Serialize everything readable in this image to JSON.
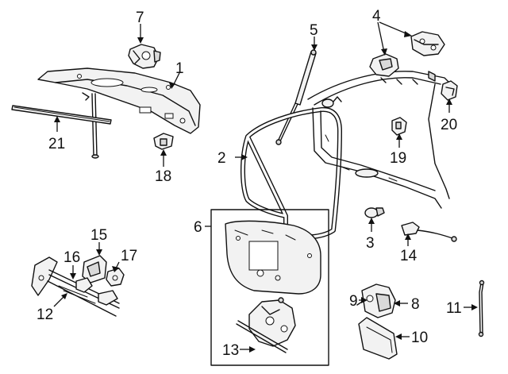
{
  "colors": {
    "ink": "#111111",
    "paper": "#ffffff",
    "fill": "#f2f2f2",
    "shade": "#d9d9d9"
  },
  "callouts": {
    "c1": "1",
    "c2": "2",
    "c3": "3",
    "c4": "4",
    "c5": "5",
    "c6": "6",
    "c7": "7",
    "c8": "8",
    "c9": "9",
    "c10": "10",
    "c11": "11",
    "c12": "12",
    "c13": "13",
    "c14": "14",
    "c15": "15",
    "c16": "16",
    "c17": "17",
    "c18": "18",
    "c19": "19",
    "c20": "20",
    "c21": "21"
  }
}
